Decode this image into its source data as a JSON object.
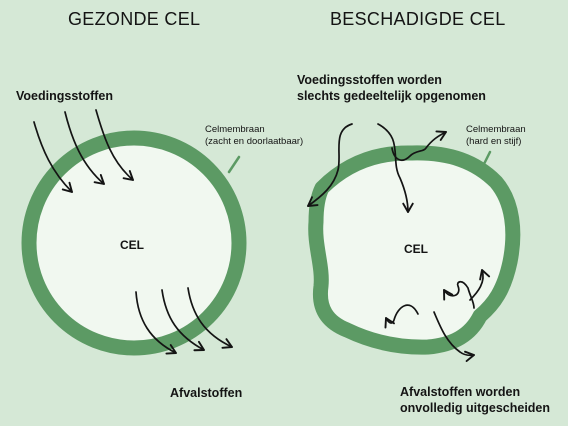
{
  "left": {
    "title": "GEZONDE CEL",
    "input_label": "Voedingsstoffen",
    "membrane_label": "Celmembraan",
    "membrane_desc": "(zacht en doorlaatbaar)",
    "cell_label": "CEL",
    "output_label": "Afvalstoffen"
  },
  "right": {
    "title": "BESCHADIGDE CEL",
    "input_label_line1": "Voedingsstoffen worden",
    "input_label_line2": "slechts gedeeltelijk opgenomen",
    "membrane_label": "Celmembraan",
    "membrane_desc": "(hard en stijf)",
    "cell_label": "CEL",
    "output_label_line1": "Afvalstoffen worden",
    "output_label_line2": "onvolledig uitgescheiden"
  },
  "colors": {
    "background": "#d5e8d6",
    "membrane": "#5c9a64",
    "cell_fill": "#f1f8f0",
    "arrow": "#141414"
  }
}
